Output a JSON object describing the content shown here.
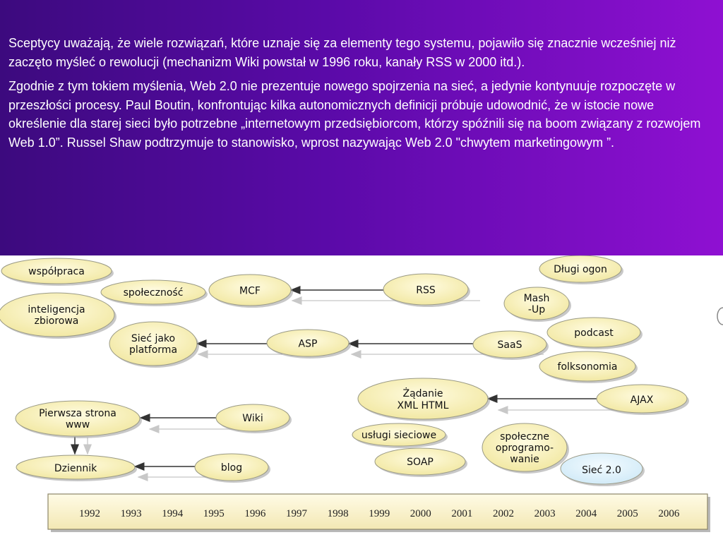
{
  "text": {
    "p1": "Sceptycy uważają, że wiele rozwiązań, które uznaje się za elementy tego systemu, pojawiło się znacznie wcześniej niż zaczęto myśleć o rewolucji (mechanizm Wiki powstał w 1996 roku, kanały RSS w 2000 itd.).",
    "p2": "Zgodnie z tym tokiem myślenia, Web 2.0 nie prezentuje nowego spojrzenia na sieć, a jedynie kontynuuje rozpoczęte w przeszłości procesy. Paul Boutin, konfrontując kilka autonomicznych definicji próbuje udowodnić, że w istocie nowe określenie dla starej sieci było potrzebne „internetowym przedsiębiorcom, którzy spóźnili się na boom związany z rozwojem Web 1.0”. Russel Shaw podtrzymuje to stanowisko, wprost nazywając Web 2.0 \"chwytem marketingowym ”."
  },
  "colors": {
    "slide_gradient_start": "#3c0a7e",
    "slide_gradient_end": "#8f10d2",
    "node_fill": "#f6f0b8",
    "node_highlight_fill": "#dff1fb",
    "timeline_fill": "#fdf6cf"
  },
  "diagram": {
    "nodes": [
      {
        "id": "wspolpraca",
        "lines": [
          "współpraca"
        ]
      },
      {
        "id": "spolecznosc",
        "lines": [
          "społeczność"
        ]
      },
      {
        "id": "mcf",
        "lines": [
          "MCF"
        ]
      },
      {
        "id": "rss",
        "lines": [
          "RSS"
        ]
      },
      {
        "id": "dlugi-ogon",
        "lines": [
          "Długi ogon"
        ]
      },
      {
        "id": "inteligencja-zbiorowa",
        "lines": [
          "inteligencja",
          "zbiorowa"
        ]
      },
      {
        "id": "mash-up",
        "lines": [
          "Mash",
          "-Up"
        ]
      },
      {
        "id": "siec-jako-platforma",
        "lines": [
          "Sieć jako",
          "platforma"
        ]
      },
      {
        "id": "asp",
        "lines": [
          "ASP"
        ]
      },
      {
        "id": "saas",
        "lines": [
          "SaaS"
        ]
      },
      {
        "id": "podcast",
        "lines": [
          "podcast"
        ]
      },
      {
        "id": "folksonomia",
        "lines": [
          "folksonomia"
        ]
      },
      {
        "id": "zadanie-xml-html",
        "lines": [
          "Żądanie",
          "XML HTML"
        ]
      },
      {
        "id": "ajax",
        "lines": [
          "AJAX"
        ]
      },
      {
        "id": "pierwsza-strona-www",
        "lines": [
          "Pierwsza strona",
          "www"
        ]
      },
      {
        "id": "wiki",
        "lines": [
          "Wiki"
        ]
      },
      {
        "id": "uslugi-sieciowe",
        "lines": [
          "usługi sieciowe"
        ]
      },
      {
        "id": "spoleczne-oprogramowanie",
        "lines": [
          "społeczne",
          "oprogramo-",
          "wanie"
        ]
      },
      {
        "id": "dziennik",
        "lines": [
          "Dziennik"
        ]
      },
      {
        "id": "blog",
        "lines": [
          "blog"
        ]
      },
      {
        "id": "soap",
        "lines": [
          "SOAP"
        ]
      },
      {
        "id": "siec-2-0",
        "lines": [
          "Sieć 2.0"
        ]
      }
    ],
    "timeline_years": [
      "1992",
      "1993",
      "1994",
      "1995",
      "1996",
      "1997",
      "1998",
      "1999",
      "2000",
      "2001",
      "2002",
      "2003",
      "2004",
      "2005",
      "2006"
    ]
  }
}
